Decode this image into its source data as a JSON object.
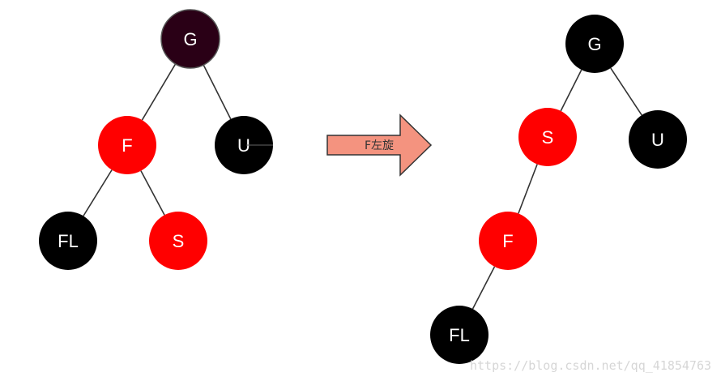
{
  "colors": {
    "red_node": "#ff0000",
    "black_node": "#000000",
    "root_before": "#2a0016",
    "edge": "#333333",
    "arrow_fill": "#f4937f",
    "arrow_stroke": "#333333",
    "watermark": "#d6d6d6"
  },
  "arrow": {
    "label": "F左旋",
    "icon": "right-arrow-icon"
  },
  "before_tree": {
    "nodes": [
      {
        "id": "G",
        "label": "G",
        "color": "root_before"
      },
      {
        "id": "F",
        "label": "F",
        "color": "red_node"
      },
      {
        "id": "U",
        "label": "U",
        "color": "black_node"
      },
      {
        "id": "FL",
        "label": "FL",
        "color": "black_node"
      },
      {
        "id": "S",
        "label": "S",
        "color": "red_node"
      }
    ],
    "edges": [
      [
        "G",
        "F"
      ],
      [
        "G",
        "U"
      ],
      [
        "F",
        "FL"
      ],
      [
        "F",
        "S"
      ]
    ]
  },
  "after_tree": {
    "nodes": [
      {
        "id": "G",
        "label": "G",
        "color": "black_node"
      },
      {
        "id": "S",
        "label": "S",
        "color": "red_node"
      },
      {
        "id": "U",
        "label": "U",
        "color": "black_node"
      },
      {
        "id": "F",
        "label": "F",
        "color": "red_node"
      },
      {
        "id": "FL",
        "label": "FL",
        "color": "black_node"
      }
    ],
    "edges": [
      [
        "G",
        "S"
      ],
      [
        "G",
        "U"
      ],
      [
        "S",
        "F"
      ],
      [
        "F",
        "FL"
      ]
    ]
  },
  "watermark": "https://blog.csdn.net/qq_41854763"
}
